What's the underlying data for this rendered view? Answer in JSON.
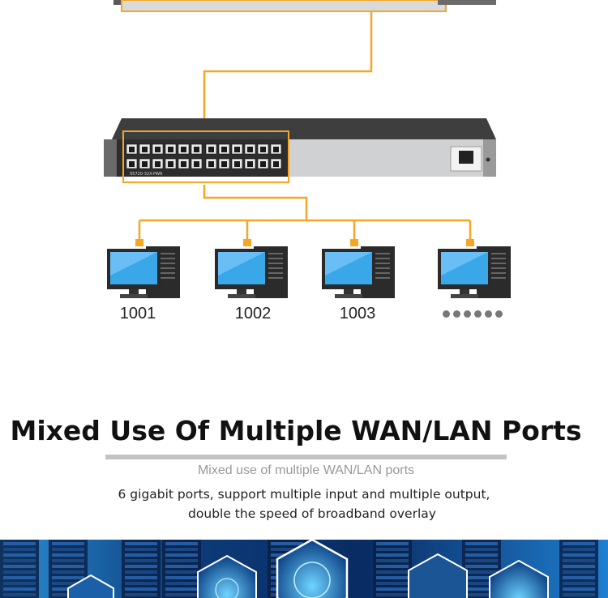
{
  "diagram": {
    "switch_model": "S5720-32X-PWR",
    "pc_labels": [
      "1001",
      "1002",
      "1003"
    ],
    "more_indicator_count": 6,
    "colors": {
      "line": "#f5a623",
      "switch_body": "#4a4a4a",
      "switch_panel": "#c9cbcd",
      "monitor_screen": "#3aa7e8",
      "tower": "#2b2b2b"
    }
  },
  "headline": "Mixed Use Of Multiple WAN/LAN Ports",
  "subtitle": "Mixed use of multiple WAN/LAN ports",
  "description": {
    "line1": "6 gigabit ports, support multiple input and multiple output,",
    "line2": "double the speed of broadband overlay"
  },
  "banner": {
    "colors": {
      "bg_dark": "#0a2b63",
      "bg_light": "#1f7fd0",
      "glow": "#4fc3ff"
    }
  }
}
